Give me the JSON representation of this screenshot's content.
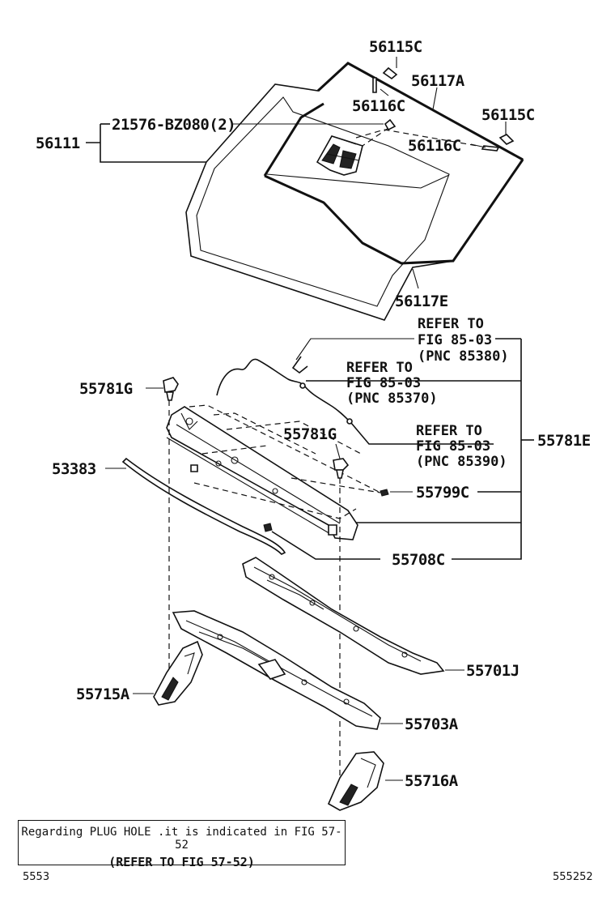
{
  "labels": {
    "p56115c_top": "56115C",
    "p56117a": "56117A",
    "p56116c_top": "56116C",
    "p56115c_right": "56115C",
    "p56116c_right": "56116C",
    "p21576": "21576-BZ080(2)",
    "p56111": "56111",
    "p56117e": "56117E",
    "p55781g_left": "55781G",
    "p55781g_mid": "55781G",
    "p53383": "53383",
    "p55799c": "55799C",
    "p55708c": "55708C",
    "p55781e": "55781E",
    "p55701j": "55701J",
    "p55715a": "55715A",
    "p55703a": "55703A",
    "p55716a": "55716A"
  },
  "refs": [
    {
      "line1": "REFER TO",
      "line2": "FIG 85-03",
      "line3": "(PNC 85380)"
    },
    {
      "line1": "REFER TO",
      "line2": "FIG 85-03",
      "line3": "(PNC 85370)"
    },
    {
      "line1": "REFER TO",
      "line2": "FIG 85-03",
      "line3": "(PNC 85390)"
    }
  ],
  "note": {
    "line1": "Regarding PLUG HOLE .it is indicated in FIG 57-52",
    "line2": "(REFER TO FIG 57-52)"
  },
  "footer": {
    "left": "5553",
    "right": "555252"
  }
}
